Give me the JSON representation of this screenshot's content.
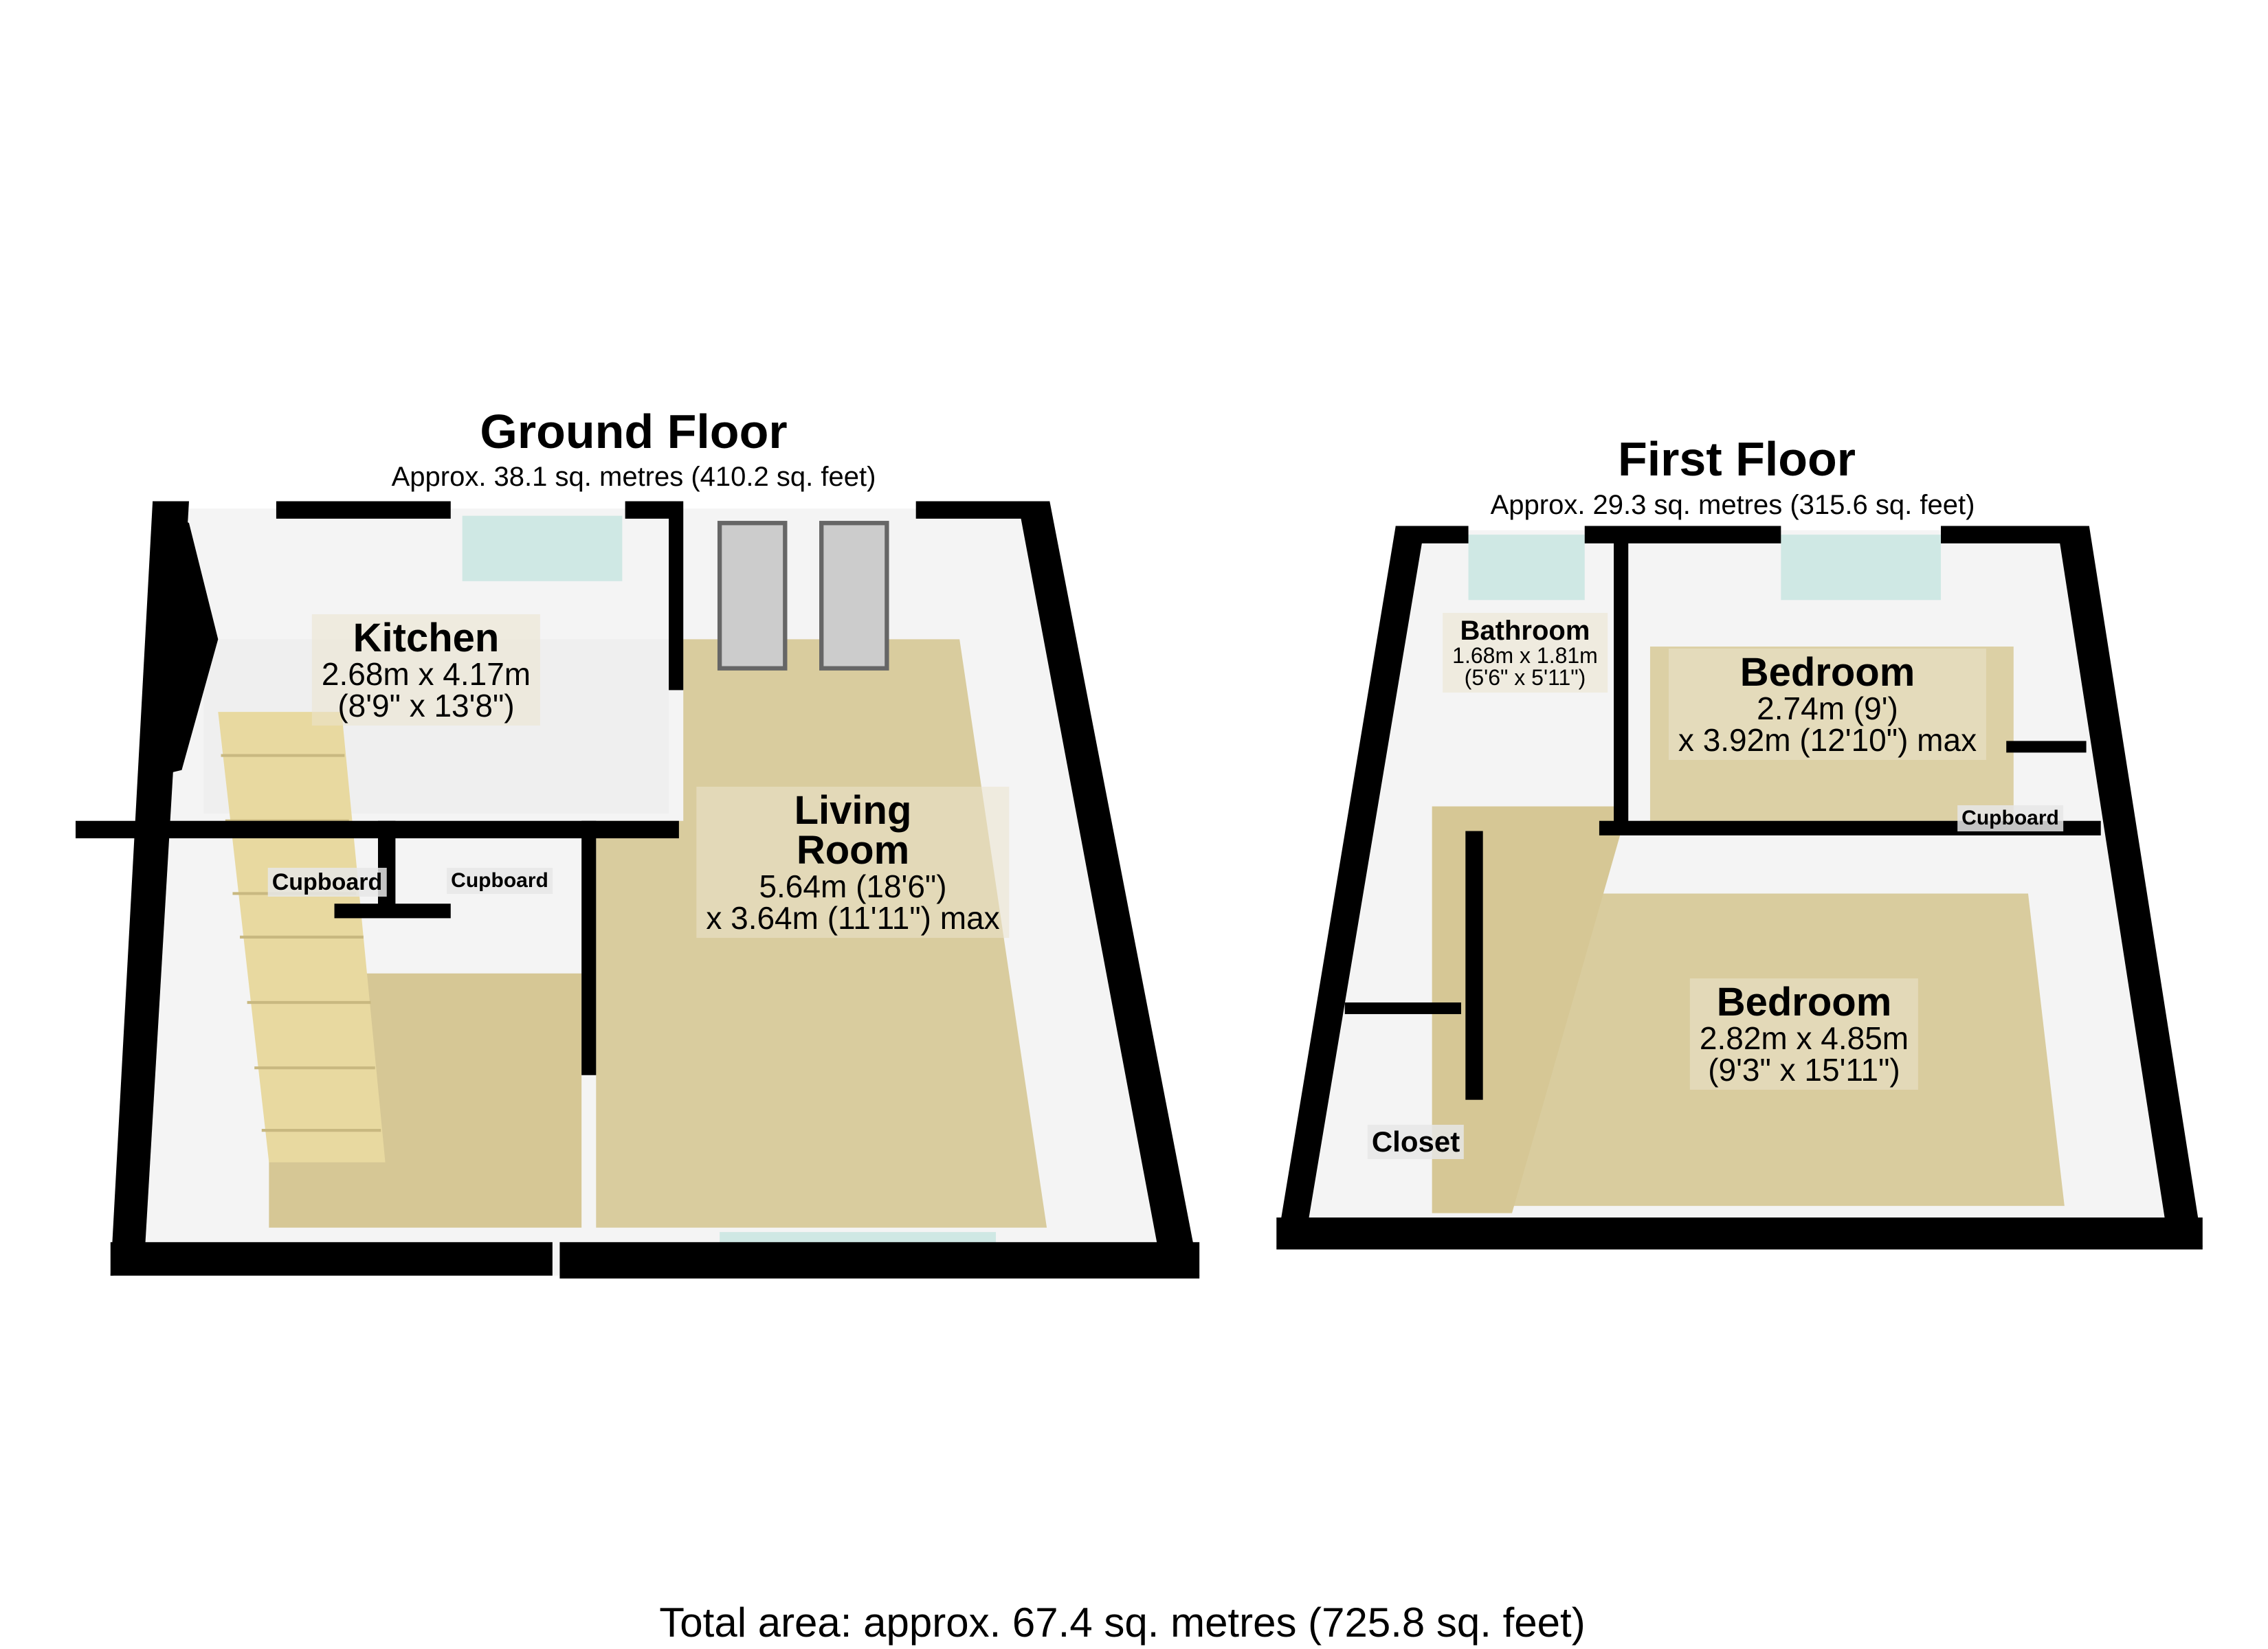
{
  "ground_floor": {
    "title": "Ground Floor",
    "area": "Approx. 38.1 sq. metres (410.2 sq. feet)",
    "rooms": {
      "kitchen": {
        "name": "Kitchen",
        "dim1": "2.68m x 4.17m",
        "dim2": "(8'9\" x 13'8\")"
      },
      "living": {
        "name1": "Living",
        "name2": "Room",
        "dim1": "5.64m (18'6\")",
        "dim2": "x 3.64m (11'11\") max"
      },
      "cupboard1": {
        "name": "Cupboard"
      },
      "cupboard2": {
        "name": "Cupboard"
      }
    }
  },
  "first_floor": {
    "title": "First Floor",
    "area": "Approx. 29.3 sq. metres (315.6 sq. feet)",
    "rooms": {
      "bathroom": {
        "name": "Bathroom",
        "dim1": "1.68m x 1.81m",
        "dim2": "(5'6\" x 5'11\")"
      },
      "bedroom1": {
        "name": "Bedroom",
        "dim1": "2.74m (9')",
        "dim2": "x 3.92m (12'10\") max"
      },
      "cupboard": {
        "name": "Cupboard"
      },
      "bedroom2": {
        "name": "Bedroom",
        "dim1": "2.82m x 4.85m",
        "dim2": "(9'3\" x 15'11\")"
      },
      "closet": {
        "name": "Closet"
      }
    }
  },
  "total_area": "Total area: approx. 67.4 sq. metres (725.8 sq. feet)",
  "colors": {
    "wall": "#000000",
    "carpet": "#d9cc9e",
    "wall_face": "#ffffff",
    "tile": "#eeeeee",
    "window": "#cfe8e4",
    "stairs": "#e8d9a0"
  }
}
